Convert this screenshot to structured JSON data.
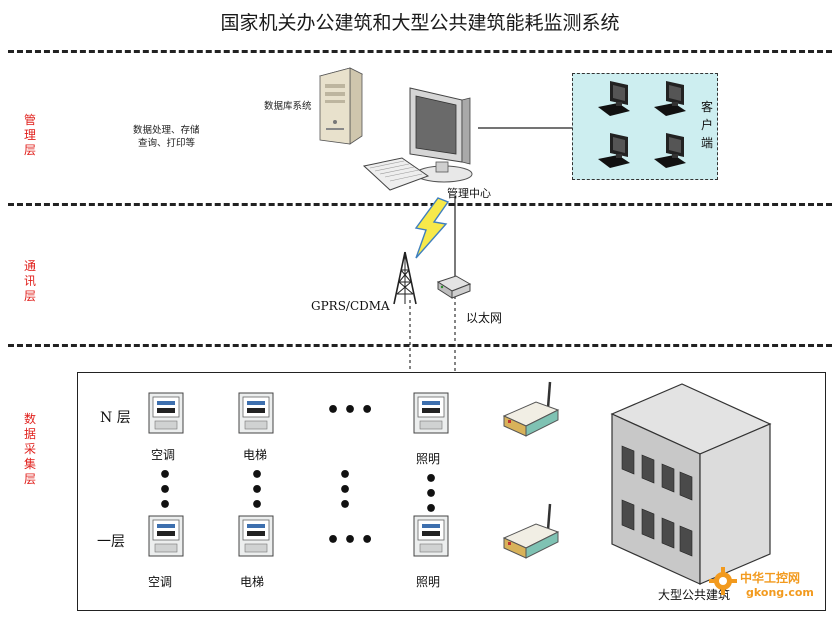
{
  "title": "国家机关办公建筑和大型公共建筑能耗监测系统",
  "layers": {
    "management": "管理层",
    "communication": "通讯层",
    "collection": "数据采集层"
  },
  "management": {
    "functions_line1": "数据处理、存储",
    "functions_line2": "查询、打印等",
    "database_label": "数据库系统",
    "center_label": "管理中心",
    "client_label": "客户端"
  },
  "communication": {
    "gprs_label": "GPRS/CDMA",
    "ethernet_label": "以太网"
  },
  "collection": {
    "floor_top": "N 层",
    "floor_bottom": "一层",
    "meter_labels": [
      "空调",
      "电梯",
      "照明"
    ],
    "building_label": "大型公共建筑"
  },
  "watermark": {
    "brand": "中华工控网",
    "url": "gkong.com"
  },
  "colors": {
    "layer_label": "#e0201c",
    "client_bg": "#cdeef0",
    "watermark": "#f29a1e"
  }
}
